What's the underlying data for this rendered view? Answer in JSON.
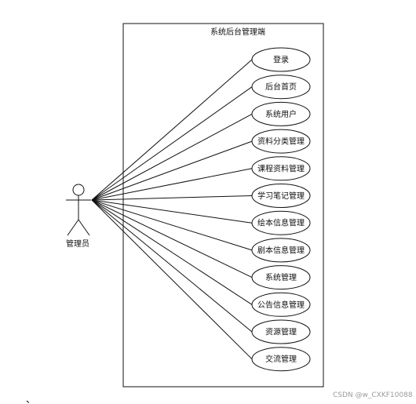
{
  "system": {
    "title": "系统后台管理端"
  },
  "actor": {
    "name": "管理员"
  },
  "use_cases": [
    "登录",
    "后台首页",
    "系统用户",
    "资料分类管理",
    "课程资料管理",
    "学习笔记管理",
    "绘本信息管理",
    "剧本信息管理",
    "系统管理",
    "公告信息管理",
    "资源管理",
    "交流管理"
  ],
  "footer": {
    "watermark": "CSDN @w_CXKF10088",
    "stray_mark": "、"
  }
}
